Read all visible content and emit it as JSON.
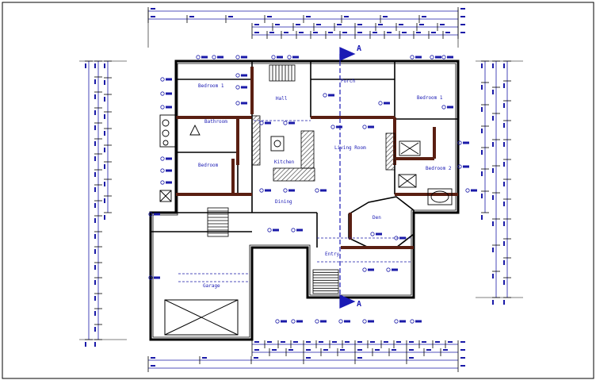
{
  "colors": {
    "dimension": "#1a1aa8",
    "wall": "#000000",
    "wall_fill": "#5a1f12",
    "hatch": "#4a4a4a",
    "label": "#1a1ab4",
    "background": "#ffffff"
  },
  "section_marker": {
    "label": "A"
  },
  "rooms": [
    {
      "name": "Bedroom 1"
    },
    {
      "name": "Bedroom 1"
    },
    {
      "name": "Bathroom"
    },
    {
      "name": "Bedroom"
    },
    {
      "name": "Bedroom 2"
    },
    {
      "name": "Kitchen"
    },
    {
      "name": "Living Room"
    },
    {
      "name": "Den"
    },
    {
      "name": "Dining"
    },
    {
      "name": "Entry"
    },
    {
      "name": "Garage"
    },
    {
      "name": "Porch"
    },
    {
      "name": "Hall"
    }
  ]
}
